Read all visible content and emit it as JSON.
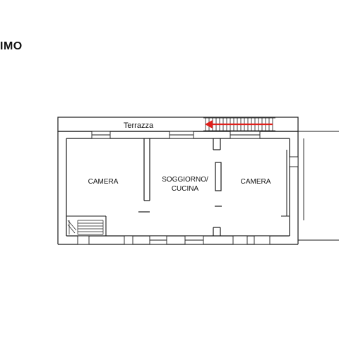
{
  "heading": "IMO",
  "plan": {
    "terrace_label": "Terrazza",
    "rooms": {
      "left": "CAMERA",
      "center_line1": "SOGGIORNO/",
      "center_line2": "CUCINA",
      "right": "CAMERA"
    },
    "colors": {
      "wall": "#1a1a1a",
      "arrow": "#e0201b",
      "background": "#ffffff"
    }
  }
}
